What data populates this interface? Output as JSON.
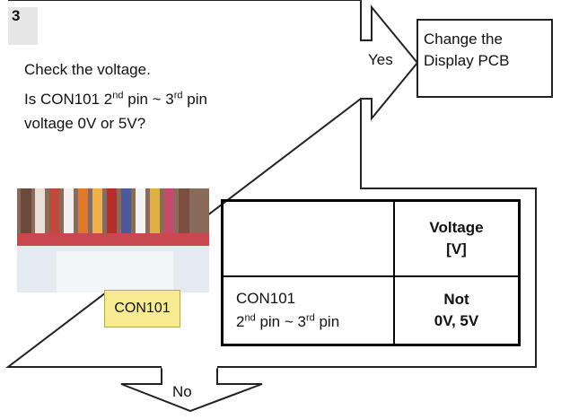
{
  "step": {
    "number": "3"
  },
  "question": {
    "line1": "Check the voltage.",
    "line2_prefix": "Is CON101  2",
    "line2_sup1": "nd",
    "line2_mid": " pin ~ 3",
    "line2_sup2": "rd",
    "line2_suffix": " pin",
    "line3": "voltage 0V or 5V?"
  },
  "branch_yes": {
    "label": "Yes",
    "result_line1": "Change the",
    "result_line2": "Display PCB"
  },
  "branch_no": {
    "label": "No"
  },
  "photo": {
    "caption": "CON101"
  },
  "table": {
    "header_col2": "Voltage",
    "header_col2_unit": "[V]",
    "row_name": "CON101",
    "row_pin_a": "2",
    "row_pin_a_sup": "nd",
    "row_pin_mid": " pin ~ 3",
    "row_pin_b_sup": "rd",
    "row_pin_suffix": " pin",
    "row_value_line1": "Not",
    "row_value_line2": "0V, 5V"
  }
}
